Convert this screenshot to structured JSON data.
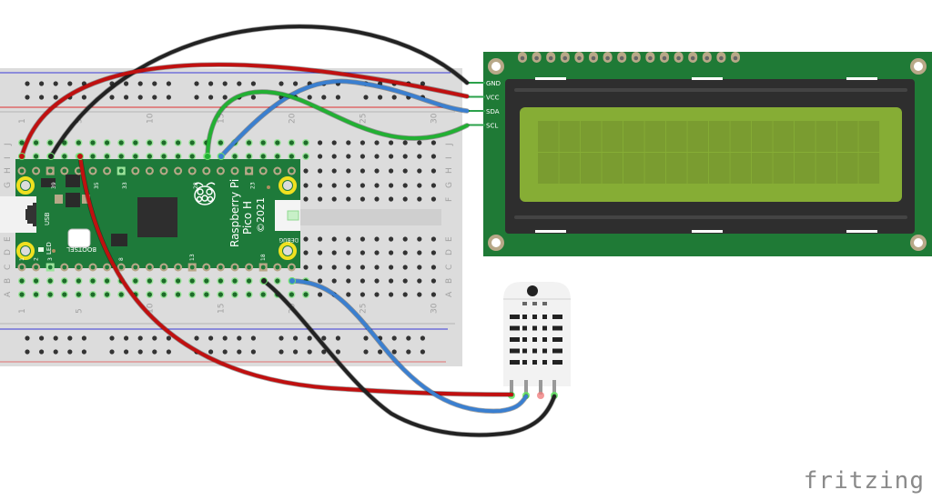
{
  "diagram": {
    "tool_watermark": "fritzing",
    "breadboard": {
      "column_labels": [
        "1",
        "5",
        "10",
        "15",
        "20",
        "25",
        "30"
      ],
      "row_labels_top": [
        "J",
        "I",
        "H",
        "G",
        "F"
      ],
      "row_labels_bottom": [
        "E",
        "D",
        "C",
        "B",
        "A"
      ]
    },
    "pico": {
      "name_line1": "Raspberry Pi",
      "name_line2": "Pico H",
      "copyright": "©2021",
      "usb_label": "USB",
      "led_label": "LED",
      "bootsel_label": "BOOTSEL",
      "debug_label": "DEBUG",
      "pin_labels_top": [
        "39",
        "35",
        "33",
        "28",
        "23"
      ],
      "pin_labels_bottom": [
        "1",
        "2",
        "3",
        "8",
        "13",
        "18"
      ],
      "board_color": "#1e7a3a"
    },
    "lcd": {
      "pins": [
        "GND",
        "VCC",
        "SDA",
        "SCL"
      ],
      "columns": 16,
      "rows": 2,
      "board_color": "#1f7a36",
      "screen_color": "#86ad35"
    },
    "sensor": {
      "type": "DHT22",
      "pin_count": 4
    },
    "wires": [
      {
        "name": "lcd-gnd-wire",
        "color": "#222222",
        "from": "breadboard I3",
        "to": "LCD GND"
      },
      {
        "name": "lcd-vcc-wire",
        "color": "#c01010",
        "from": "breadboard I1",
        "to": "LCD VCC"
      },
      {
        "name": "lcd-sda-wire",
        "color": "#3a7fd0",
        "from": "breadboard I15",
        "to": "LCD SDA"
      },
      {
        "name": "lcd-scl-wire",
        "color": "#22b033",
        "from": "breadboard I14",
        "to": "LCD SCL"
      },
      {
        "name": "sensor-vcc-wire",
        "color": "#c01010",
        "from": "breadboard I5",
        "to": "DHT22 pin 1"
      },
      {
        "name": "sensor-data-wire",
        "color": "#3a7fd0",
        "from": "breadboard B20",
        "to": "DHT22 pin 2"
      },
      {
        "name": "sensor-gnd-wire",
        "color": "#222222",
        "from": "breadboard B18",
        "to": "DHT22 pin 4"
      }
    ]
  }
}
